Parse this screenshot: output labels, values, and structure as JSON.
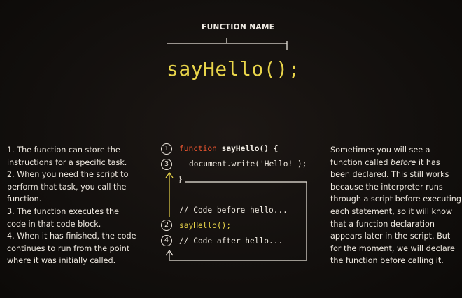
{
  "heading": "FUNCTION NAME",
  "function_call_big": "sayHello();",
  "left_column": [
    "1. The function can store the instructions for a specific task.",
    "2. When you need the script to perform that task, you call the function.",
    "3. The function executes the code in that code block.",
    "4. When it has finished, the code continues to run from the point where it was initially called."
  ],
  "right_column": {
    "before": "Sometimes you will see a function called ",
    "emphasis": "before",
    "after": " it has been declared. This still works because the interpreter runs through a script before executing each statement, so it will know that a function declaration appears later in the script. But for the moment, we will declare the function before calling it."
  },
  "code": {
    "line1_keyword": "function",
    "line1_name": "sayHello() {",
    "line2": "document.write('Hello!');",
    "line3": "}",
    "line4": "// Code before hello...",
    "line5": "sayHello();",
    "line6": "// Code after hello..."
  },
  "step_markers": {
    "one": "1",
    "three": "3",
    "two": "2",
    "four": "4"
  },
  "colors": {
    "keyword": "#e8542f",
    "highlight_yellow": "#e9d54a",
    "text": "#efe9e0",
    "background": "#120f0d"
  }
}
